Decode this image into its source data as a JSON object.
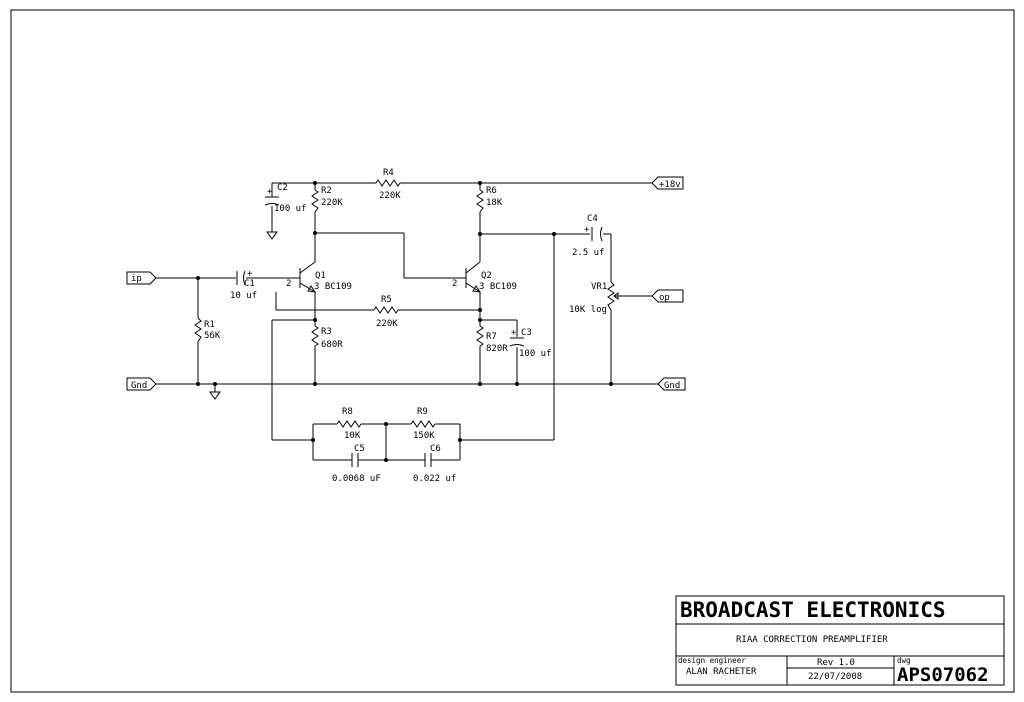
{
  "title_block": {
    "company": "BROADCAST ELECTRONICS",
    "title": "RIAA CORRECTION PREAMPLIFIER",
    "design_engineer_label": "design engineer",
    "engineer": "ALAN RACHETER",
    "revision": "Rev 1.0",
    "date": "22/07/2008",
    "dwg_label": "dwg",
    "dwg_number": "APS07062"
  },
  "ports": {
    "input": "ip",
    "output": "op",
    "supply": "+18v",
    "gnd_left": "Gnd",
    "gnd_right": "Gnd"
  },
  "components": {
    "C1": {
      "ref": "C1",
      "value": "10 uf"
    },
    "C2": {
      "ref": "C2",
      "value": "100 uf"
    },
    "C3": {
      "ref": "C3",
      "value": "100 uf"
    },
    "C4": {
      "ref": "C4",
      "value": "2.5 uf"
    },
    "C5": {
      "ref": "C5",
      "value": "0.0068 uF"
    },
    "C6": {
      "ref": "C6",
      "value": "0.022 uf"
    },
    "R1": {
      "ref": "R1",
      "value": "56K"
    },
    "R2": {
      "ref": "R2",
      "value": "220K"
    },
    "R3": {
      "ref": "R3",
      "value": "680R"
    },
    "R4": {
      "ref": "R4",
      "value": "220K"
    },
    "R5": {
      "ref": "R5",
      "value": "220K"
    },
    "R6": {
      "ref": "R6",
      "value": "18K"
    },
    "R7": {
      "ref": "R7",
      "value": "820R"
    },
    "R8": {
      "ref": "R8",
      "value": "10K"
    },
    "R9": {
      "ref": "R9",
      "value": "150K"
    },
    "VR1": {
      "ref": "VR1",
      "value": "10K log"
    },
    "Q1": {
      "ref": "Q1",
      "value": "3 BC109",
      "pin_base": "2"
    },
    "Q2": {
      "ref": "Q2",
      "value": "3 BC109",
      "pin_base": "2"
    }
  }
}
